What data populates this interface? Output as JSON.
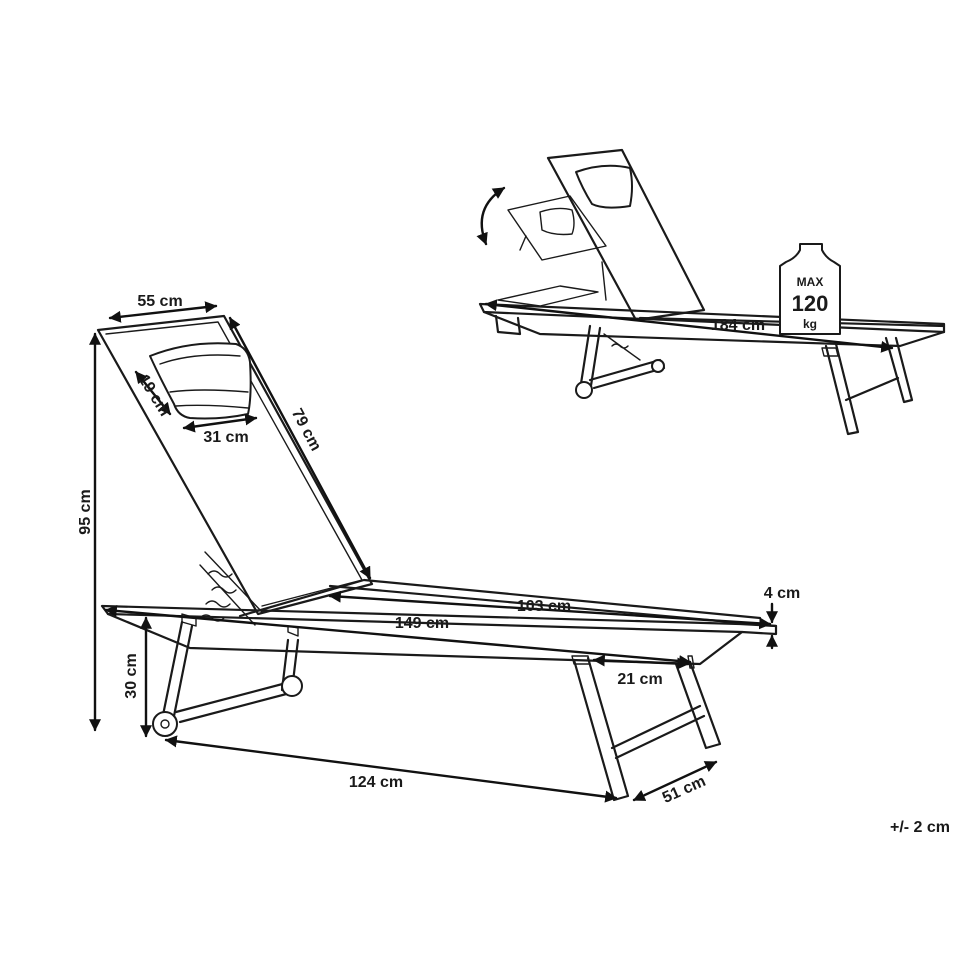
{
  "dimensions": {
    "headrest_width": "55 cm",
    "pillow_height": "19 cm",
    "pillow_width": "31 cm",
    "backrest_length": "79 cm",
    "total_height": "95 cm",
    "seat_length": "103 cm",
    "overall_frame_length": "149 cm",
    "thickness": "4 cm",
    "leg_height": "30 cm",
    "rear_extension": "21 cm",
    "footprint_length": "124 cm",
    "width": "51 cm",
    "flat_length": "184 cm"
  },
  "weight_badge": {
    "line1": "MAX",
    "line2": "120",
    "line3": "kg"
  },
  "tolerance": "+/- 2 cm",
  "colors": {
    "ink": "#1a1a1a",
    "background": "#ffffff"
  },
  "icons": [
    "rotate-arrow-icon",
    "weight-icon"
  ]
}
